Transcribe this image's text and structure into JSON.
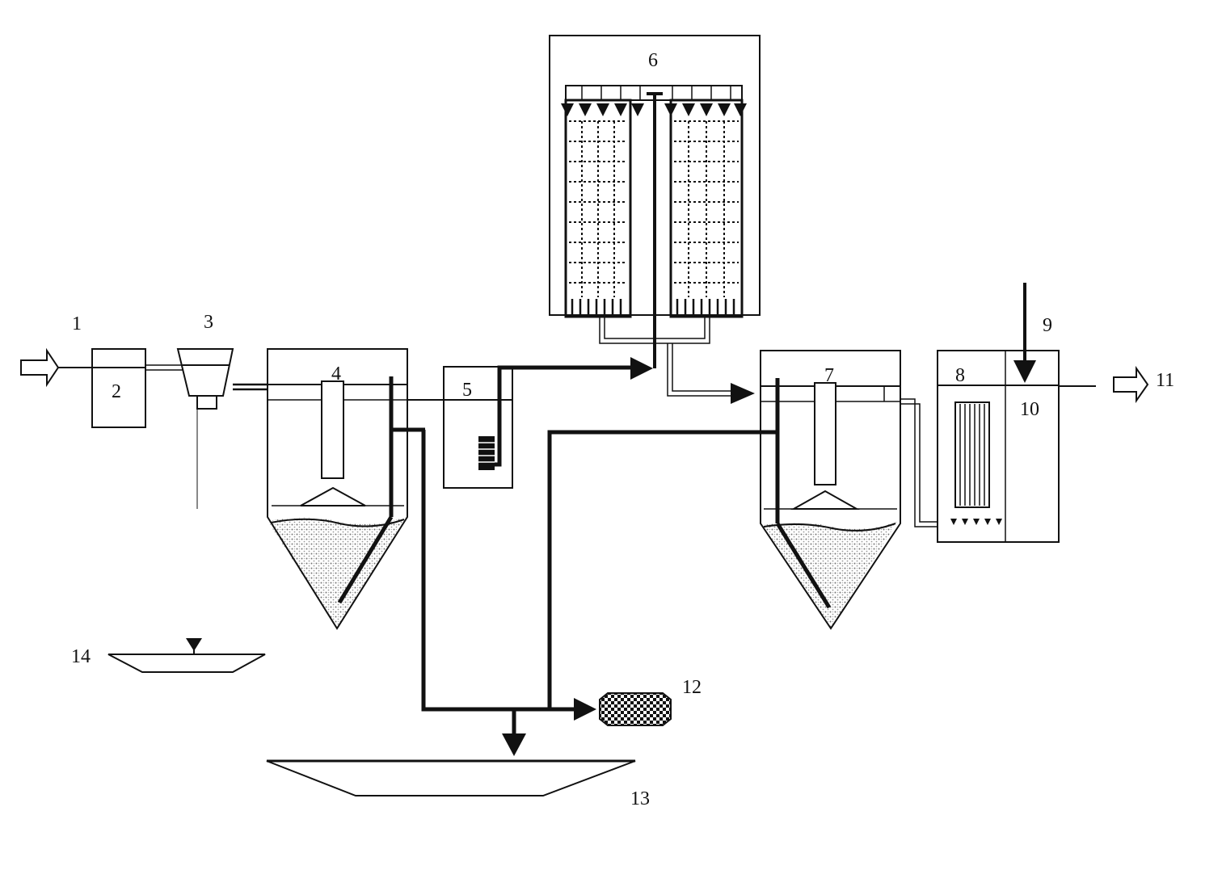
{
  "labels": {
    "l1": "1",
    "l2": "2",
    "l3": "3",
    "l4": "4",
    "l5": "5",
    "l6": "6",
    "l7": "7",
    "l8": "8",
    "l9": "9",
    "l10": "10",
    "l11": "11",
    "l12": "12",
    "l13": "13",
    "l14": "14"
  },
  "colors": {
    "line": "#111111",
    "sludge": "#b8b8b8",
    "background": "#ffffff"
  }
}
